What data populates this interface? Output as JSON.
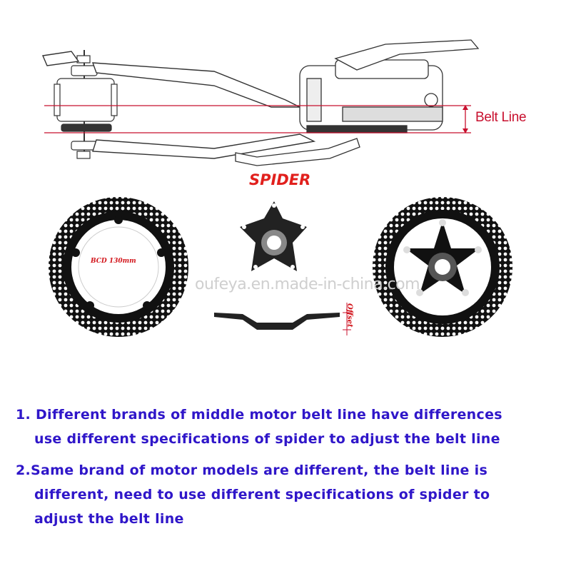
{
  "labels": {
    "belt_line": "Belt Line",
    "spider": "SPIDER",
    "bcd": "BCD 130mm",
    "watermark": "oufeya.en.made-in-china.com",
    "offset": "Offset"
  },
  "notes": {
    "line1": "1. Different brands of middle motor belt line have differences",
    "line2": "use different specifications of spider to adjust the belt line",
    "line3": "2.Same brand of motor models are different, the belt line is",
    "line4": "different, need to use different specifications of spider to",
    "line5": "adjust the belt line"
  },
  "colors": {
    "belt_line_red": "#c8102e",
    "spider_title_red": "#e1201d",
    "note_text_blue": "#2f16c9",
    "watermark_gray": "#cfcfcf"
  }
}
